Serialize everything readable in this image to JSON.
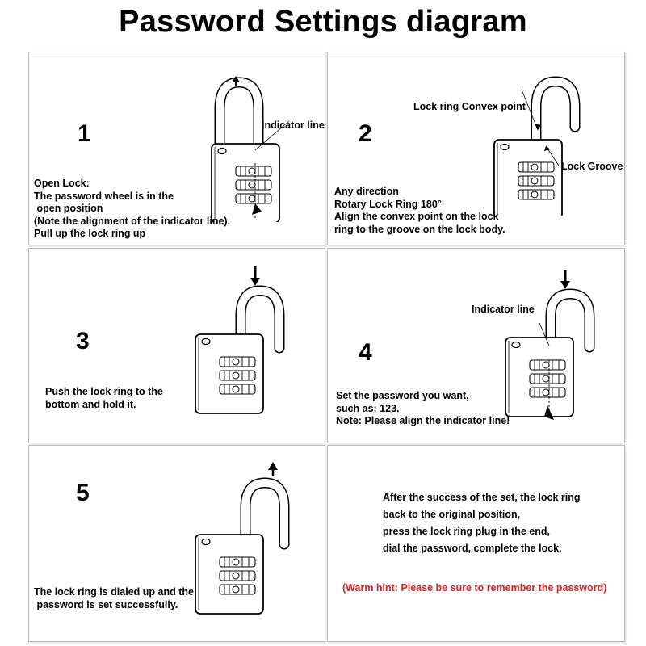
{
  "title": "Password Settings diagram",
  "steps": [
    {
      "number": "1",
      "text": "Open Lock:\nThe password wheel is in the\n open position\n(Note the alignment of the indicator line),\nPull up the lock ring up",
      "labels": [
        "Indicator line"
      ]
    },
    {
      "number": "2",
      "text": "Any direction\nRotary Lock Ring 180°\nAlign the convex point on the lock\nring to the groove on the lock body.",
      "labels": [
        "Lock ring Convex point",
        "Lock Groove"
      ]
    },
    {
      "number": "3",
      "text": "Push the lock ring to the\nbottom and hold it.",
      "labels": []
    },
    {
      "number": "4",
      "text": "Set the password you want,\nsuch as: 123.\nNote: Please align the indicator line!",
      "labels": [
        "Indicator line"
      ]
    },
    {
      "number": "5",
      "text": "The lock ring is dialed up and the\n password is set successfully.",
      "labels": []
    }
  ],
  "final": {
    "text": "After the success of the set, the lock ring\nback to the original position,\npress the lock ring plug in the end,\ndial the password, complete the lock.",
    "hint": "(Warm hint: Please be sure to remember the password)",
    "hint_color": "#e02020"
  }
}
